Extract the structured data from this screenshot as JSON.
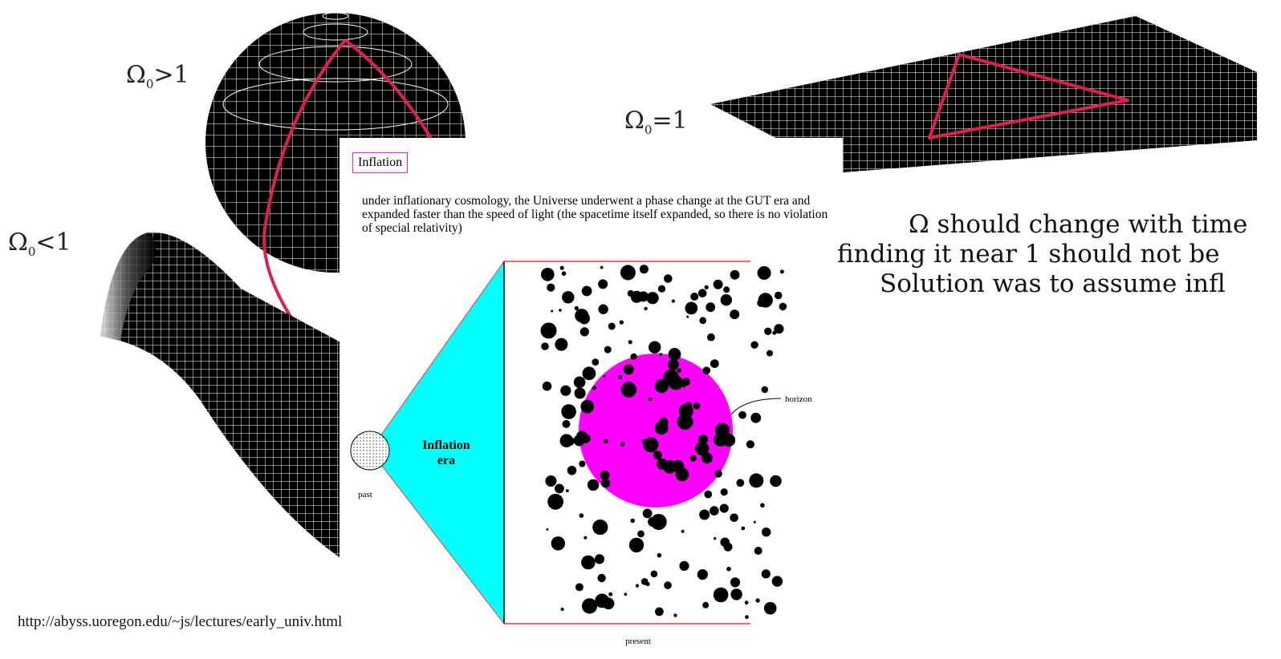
{
  "labels": {
    "closed": {
      "omega": "Ω",
      "sub": "0",
      "rel": ">1"
    },
    "flat": {
      "omega": "Ω",
      "sub": "0",
      "rel": "=1"
    },
    "open": {
      "omega": "Ω",
      "sub": "0",
      "rel": "<1"
    }
  },
  "inflation": {
    "title": "Inflation",
    "description": "under inflationary cosmology, the Universe underwent a phase change at the GUT era and expanded faster than the speed of light (the spacetime itself expanded, so there is no violation of special relativity)",
    "era_line1": "Inflation",
    "era_line2": "era",
    "past": "past",
    "present": "present",
    "horizon": "horizon"
  },
  "right_text": {
    "line1": "Ω should change with time",
    "line2": "finding it near 1 should not be",
    "line3": "Solution was to assume infl"
  },
  "source": "http://abyss.uoregon.edu/~js/lectures/early_univ.html",
  "colors": {
    "inflation_cone": "#00ffff",
    "horizon_disk": "#ff00ff",
    "triangle": "#e0204a",
    "galaxy": "#000000"
  }
}
